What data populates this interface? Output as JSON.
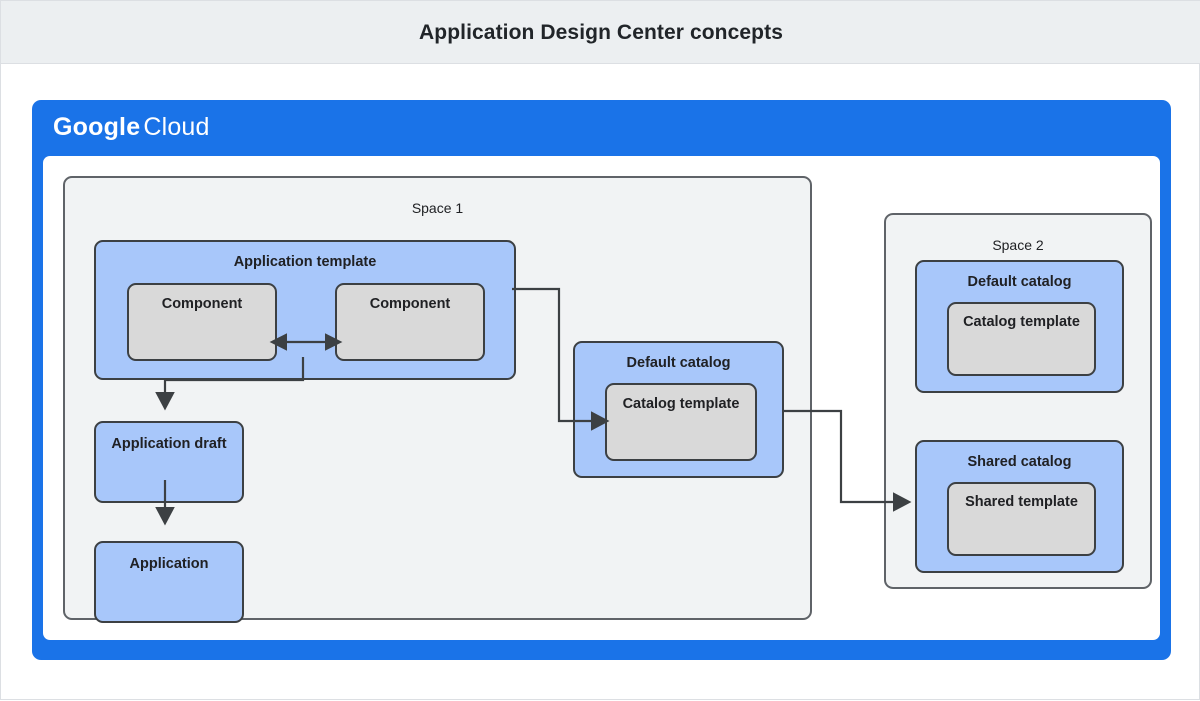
{
  "header": {
    "title": "Application Design Center concepts",
    "background": "#eceff1"
  },
  "cloud": {
    "brand_primary": "Google",
    "brand_secondary": "Cloud",
    "brand_color": "#1a73e8",
    "inner_background": "#ffffff"
  },
  "colors": {
    "space_fill": "#f1f3f4",
    "space_border": "#5f6368",
    "blue_fill": "#a8c7fa",
    "gray_fill": "#d9d9d9",
    "node_border": "#3c4043",
    "connector": "#3c4043",
    "text": "#202124"
  },
  "space1": {
    "label": "Space 1",
    "application_template": {
      "label": "Application template",
      "components": [
        {
          "label": "Component"
        },
        {
          "label": "Component"
        }
      ],
      "component_relation": "bidirectional"
    },
    "application_draft": {
      "label": "Application draft"
    },
    "application": {
      "label": "Application"
    },
    "default_catalog": {
      "label": "Default catalog",
      "template": {
        "label": "Catalog template"
      }
    }
  },
  "space2": {
    "label": "Space 2",
    "default_catalog": {
      "label": "Default catalog",
      "template": {
        "label": "Catalog template"
      }
    },
    "shared_catalog": {
      "label": "Shared catalog",
      "template": {
        "label": "Shared template"
      }
    }
  },
  "connections": [
    {
      "from": "application-template",
      "to": "application-draft",
      "style": "arrow"
    },
    {
      "from": "application-draft",
      "to": "application",
      "style": "arrow"
    },
    {
      "from": "application-template",
      "to": "space1-default-catalog-template",
      "style": "arrow"
    },
    {
      "from": "space1-default-catalog-template",
      "to": "space2-shared-catalog-template",
      "style": "arrow"
    },
    {
      "from": "component-1",
      "to": "component-2",
      "style": "double-arrow"
    }
  ]
}
